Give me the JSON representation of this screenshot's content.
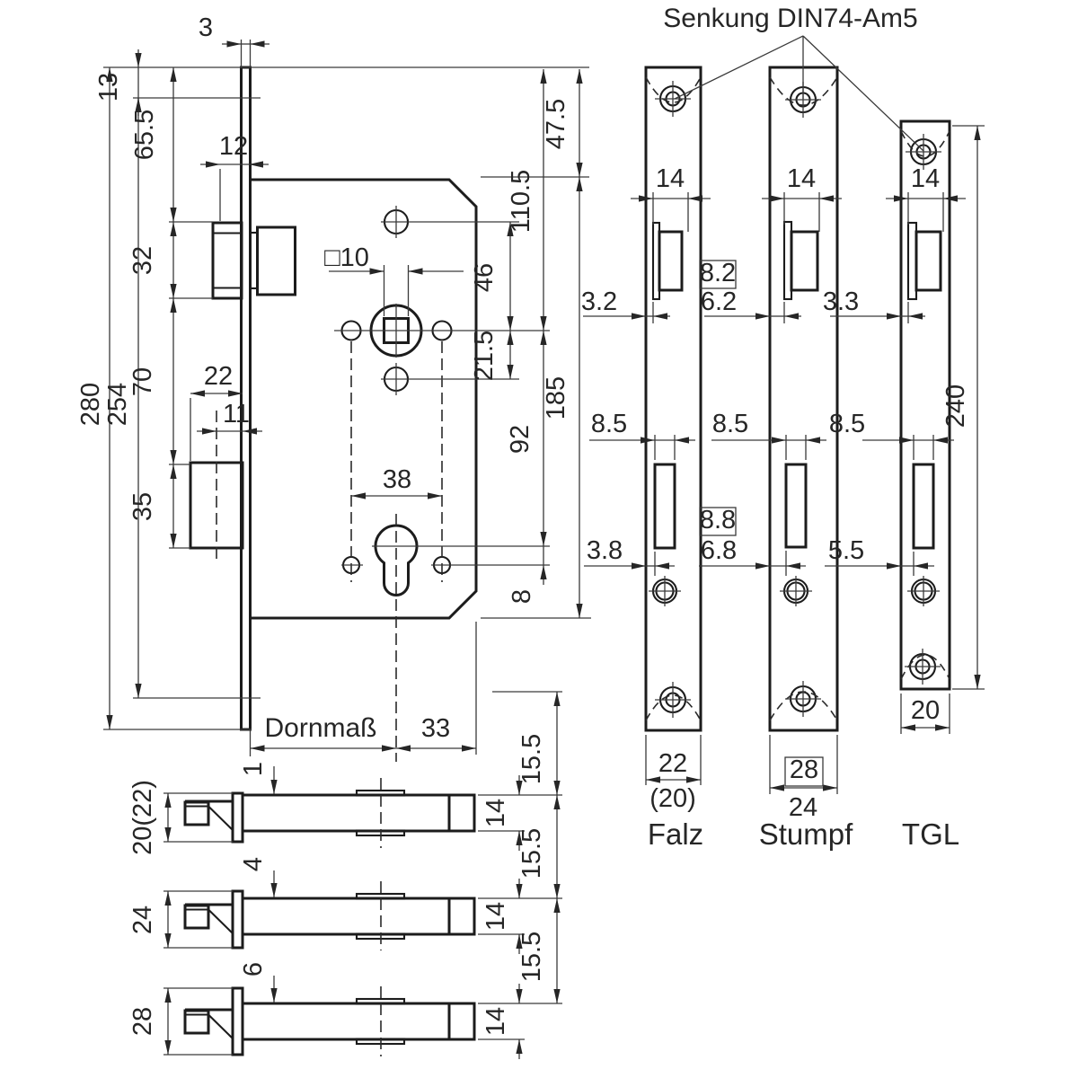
{
  "note": {
    "senkung": "Senkung DIN74-Am5"
  },
  "main": {
    "t3": "3",
    "t13": "13",
    "t65": "65.5",
    "t12": "12",
    "t32": "32",
    "t280": "280",
    "t254": "254",
    "t70": "70",
    "t22": "22",
    "t11": "11",
    "t35": "35",
    "sq": "□10",
    "t38": "38",
    "t46": "46",
    "t21": "21.5",
    "t110": "110.5",
    "t47": "47.5",
    "t185": "185",
    "t92": "92",
    "t8": "8",
    "dorn": "Dornmaß",
    "t33": "33"
  },
  "plates": {
    "t240": "240",
    "cols": [
      {
        "name": "Falz",
        "w": "14",
        "latch": "3.2",
        "slot": "8.5",
        "bolt": "3.8",
        "width": "22",
        "alt": "(20)"
      },
      {
        "name": "Stumpf",
        "w": "14",
        "latch": "6.2",
        "latch_boxed": "8.2",
        "slot": "8.5",
        "bolt": "6.8",
        "bolt_boxed": "8.8",
        "width": "24",
        "width_boxed": "28"
      },
      {
        "name": "TGL",
        "w": "14",
        "latch": "3.3",
        "slot": "8.5",
        "bolt": "5.5",
        "width": "20"
      }
    ]
  },
  "latches": {
    "rows": [
      {
        "h": "20(22)",
        "off": "1",
        "body": "14",
        "pitch": "15.5"
      },
      {
        "h": "24",
        "off": "4",
        "body": "14",
        "pitch": "15.5"
      },
      {
        "h": "28",
        "off": "6",
        "body": "14",
        "pitch": "15.5"
      }
    ]
  }
}
